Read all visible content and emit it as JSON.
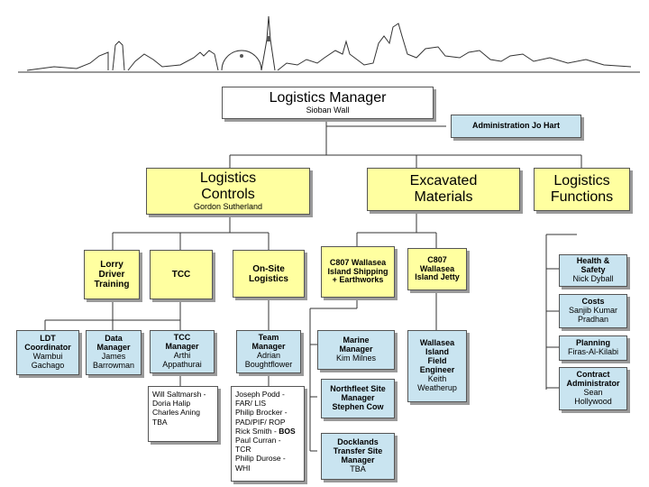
{
  "manager": {
    "title": "Logistics Manager",
    "name": "Sioban Wall"
  },
  "admin": {
    "label": "Administration Jo Hart"
  },
  "controls": {
    "title_line1": "Logistics",
    "title_line2": "Controls",
    "name": "Gordon Sutherland"
  },
  "excavated": {
    "line1": "Excavated",
    "line2": "Materials"
  },
  "functions": {
    "line1": "Logistics",
    "line2": "Functions"
  },
  "lorry": {
    "line1": "Lorry",
    "line2": "Driver",
    "line3": "Training"
  },
  "tcc": {
    "label": "TCC"
  },
  "onsite": {
    "line1": "On-Site",
    "line2": "Logistics"
  },
  "c807_shipping": {
    "line1": "C807 Wallasea",
    "line2": "Island Shipping",
    "line3": "+ Earthworks"
  },
  "c807_jetty": {
    "line1": "C807",
    "line2": "Wallasea",
    "line3": "Island Jetty"
  },
  "health": {
    "line1": "Health &",
    "line2": "Safety",
    "line3": "Nick Dyball"
  },
  "costs": {
    "line1": "Costs",
    "line2": "Sanjib Kumar",
    "line3": "Pradhan"
  },
  "planning": {
    "line1": "Planning",
    "line2": "Firas-Al-Kilabi"
  },
  "contract": {
    "line1": "Contract",
    "line2": "Administrator",
    "line3": "Sean",
    "line4": "Hollywood"
  },
  "ldt": {
    "line1": "LDT",
    "line2": "Coordinator",
    "line3": "Wambui",
    "line4": "Gachago"
  },
  "data_mgr": {
    "line1": "Data",
    "line2": "Manager",
    "line3": "James",
    "line4": "Barrowman"
  },
  "tcc_mgr": {
    "line1": "TCC",
    "line2": "Manager",
    "line3": "Arthi",
    "line4": "Appathurai"
  },
  "team_mgr": {
    "line1": "Team",
    "line2": "Manager",
    "line3": "Adrian",
    "line4": "Boughtflower"
  },
  "marine": {
    "line1": "Marine",
    "line2": "Manager",
    "line3": "Kim Milnes"
  },
  "wallasea_eng": {
    "line1": "Wallasea",
    "line2": "Island",
    "line3": "Field",
    "line4": "Engineer",
    "line5": "Keith",
    "line6": "Weatherup"
  },
  "northfleet": {
    "line1": "Northfleet Site",
    "line2": "Manager",
    "line3": "Stephen Cow"
  },
  "docklands": {
    "line1": "Docklands",
    "line2": "Transfer Site",
    "line3": "Manager",
    "line4": "TBA"
  },
  "tcc_staff": [
    "Will Saltmarsh -",
    "Doria Halip",
    "Charles Aning",
    "TBA"
  ],
  "onsite_staff": {
    "p1": "Joseph Podd -",
    "r1": "FAR/ LIS",
    "p2": "Philip Brocker -",
    "r2": "PAD/PIF/ ROP",
    "p3": "Rick Smith -",
    "r3": "BOS",
    "p4": "Paul Curran -",
    "r4": "TCR",
    "p5": "Philip Durose -",
    "r5": "WHI"
  },
  "colors": {
    "yellow": "#ffffa0",
    "blue": "#c9e4f0",
    "shadow": "#9a9a9a"
  }
}
